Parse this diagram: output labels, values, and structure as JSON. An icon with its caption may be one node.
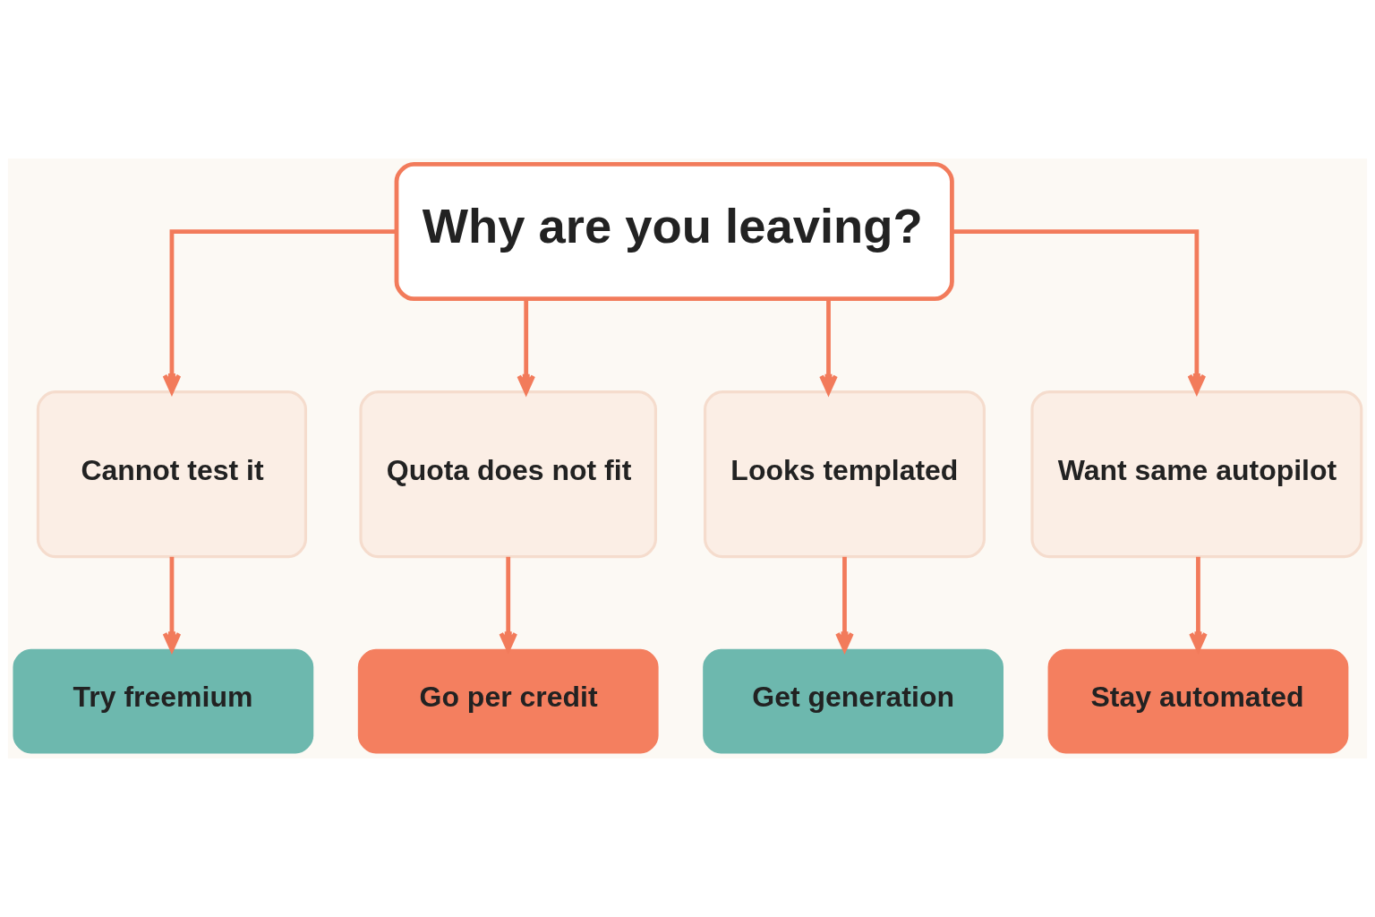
{
  "diagram": {
    "nodes": [
      {
        "text": [
          "Why are you leaving?"
        ]
      },
      {
        "text": [
          "Cannot test it"
        ]
      },
      {
        "text": [
          "Quota does not fit"
        ]
      },
      {
        "text": [
          "Looks templated"
        ]
      },
      {
        "text": [
          "Want same autopilot"
        ]
      },
      {
        "text": [
          "Try freemium"
        ]
      },
      {
        "text": [
          "Go per credit"
        ]
      },
      {
        "text": [
          "Get generation"
        ]
      },
      {
        "text": [
          "Stay automated"
        ]
      }
    ],
    "edges": [
      {
        "from": 0,
        "to": 1,
        "arrow": "to"
      },
      {
        "from": 0,
        "to": 2,
        "arrow": "to"
      },
      {
        "from": 0,
        "to": 3,
        "arrow": "to"
      },
      {
        "from": 0,
        "to": 4,
        "arrow": "to"
      },
      {
        "from": 1,
        "to": 5,
        "arrow": "to"
      },
      {
        "from": 2,
        "to": 6,
        "arrow": "to"
      },
      {
        "from": 3,
        "to": 7,
        "arrow": "to"
      },
      {
        "from": 4,
        "to": 8,
        "arrow": "to"
      }
    ]
  }
}
